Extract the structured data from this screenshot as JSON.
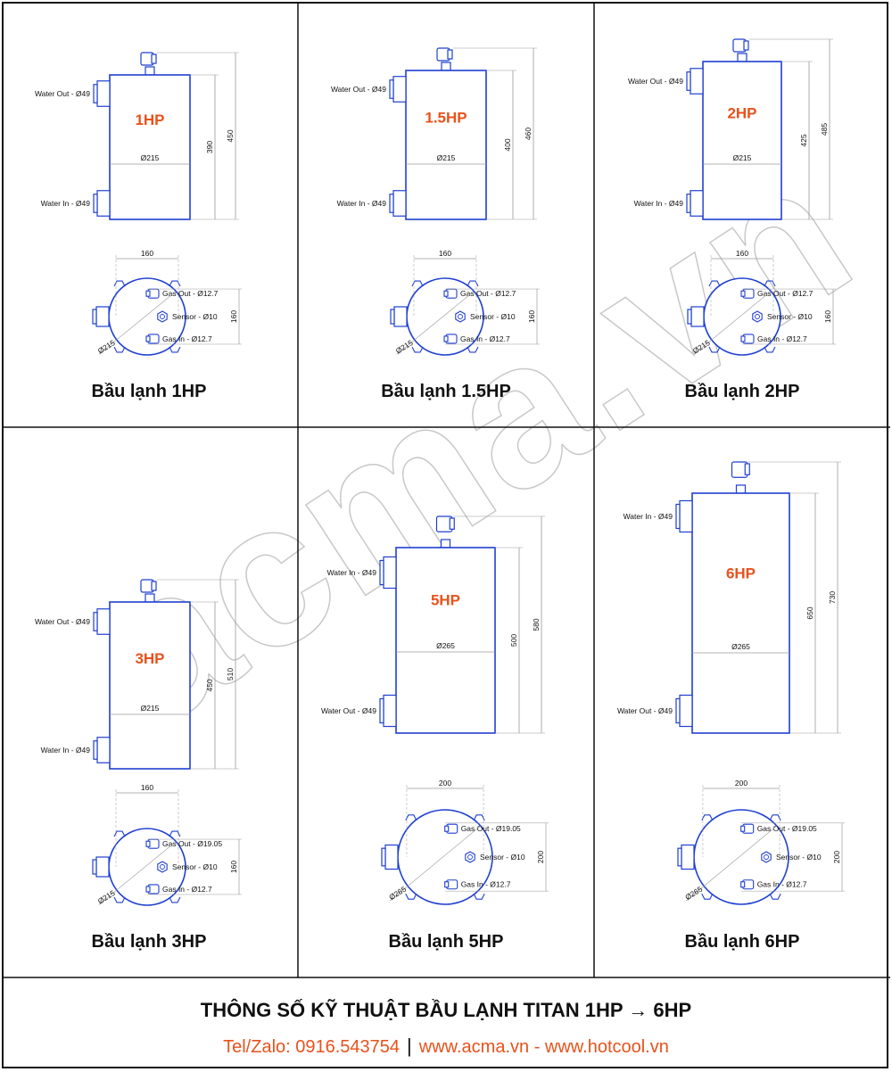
{
  "heaters": [
    {
      "id": "1hp",
      "hp_label": "1HP",
      "caption": "Bầu lạnh 1HP",
      "diameter": "Ø215",
      "body_dim": "390",
      "total_dim": "450",
      "ports_top": "Water Out - Ø49",
      "ports_bottom": "Water In - Ø49",
      "pitch_dim": "160",
      "side_dim": "160",
      "gas_out": "Gas Out - Ø12.7",
      "sensor": "Sensor - Ø10",
      "gas_in": "Gas In - Ø12.7",
      "circle_dia": "Ø215"
    },
    {
      "id": "1-5hp",
      "hp_label": "1.5HP",
      "caption": "Bầu lạnh 1.5HP",
      "diameter": "Ø215",
      "body_dim": "400",
      "total_dim": "460",
      "ports_top": "Water Out - Ø49",
      "ports_bottom": "Water In - Ø49",
      "pitch_dim": "160",
      "side_dim": "160",
      "gas_out": "Gas Out - Ø12.7",
      "sensor": "Sensor - Ø10",
      "gas_in": "Gas In - Ø12.7",
      "circle_dia": "Ø215"
    },
    {
      "id": "2hp",
      "hp_label": "2HP",
      "caption": "Bầu lạnh 2HP",
      "diameter": "Ø215",
      "body_dim": "425",
      "total_dim": "485",
      "ports_top": "Water Out - Ø49",
      "ports_bottom": "Water In - Ø49",
      "pitch_dim": "160",
      "side_dim": "160",
      "gas_out": "Gas Out - Ø12.7",
      "sensor": "Sensor - Ø10",
      "gas_in": "Gas In - Ø12.7",
      "circle_dia": "Ø215"
    },
    {
      "id": "3hp",
      "hp_label": "3HP",
      "caption": "Bầu lạnh 3HP",
      "diameter": "Ø215",
      "body_dim": "450",
      "total_dim": "510",
      "ports_top": "Water Out - Ø49",
      "ports_bottom": "Water In - Ø49",
      "pitch_dim": "160",
      "side_dim": "160",
      "gas_out": "Gas Out - Ø19.05",
      "sensor": "Sensor - Ø10",
      "gas_in": "Gas In - Ø12.7",
      "circle_dia": "Ø215"
    },
    {
      "id": "5hp",
      "hp_label": "5HP",
      "caption": "Bầu lạnh 5HP",
      "diameter": "Ø265",
      "body_dim": "500",
      "total_dim": "580",
      "ports_top": "Water In - Ø49",
      "ports_bottom": "Water Out - Ø49",
      "pitch_dim": "200",
      "side_dim": "200",
      "gas_out": "Gas Out - Ø19.05",
      "sensor": "Sensor - Ø10",
      "gas_in": "Gas In - Ø12.7",
      "circle_dia": "Ø265"
    },
    {
      "id": "6hp",
      "hp_label": "6HP",
      "caption": "Bầu lạnh 6HP",
      "diameter": "Ø265",
      "body_dim": "650",
      "total_dim": "730",
      "ports_top": "Water In - Ø49",
      "ports_bottom": "Water Out - Ø49",
      "pitch_dim": "200",
      "side_dim": "200",
      "gas_out": "Gas Out - Ø19.05",
      "sensor": "Sensor - Ø10",
      "gas_in": "Gas In - Ø12.7",
      "circle_dia": "Ø265"
    }
  ],
  "footer": {
    "title": "THÔNG SỐ KỸ THUẬT BẦU LẠNH TITAN 1HP → 6HP",
    "phone": "Tel/Zalo: 0916.543754",
    "separator": "|",
    "websites": "www.acma.vn - www.hotcool.vn"
  },
  "watermark": "acma.vn",
  "colors": {
    "drawing_line": "#1f3fd0",
    "hp_label": "#e8521c",
    "dim_line": "#9a9a9a",
    "contact": "#e8521c"
  }
}
